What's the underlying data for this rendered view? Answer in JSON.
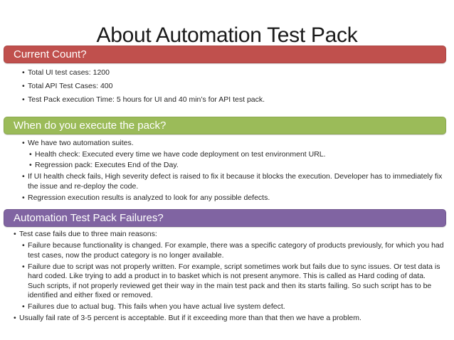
{
  "slide": {
    "title": "About Automation Test Pack",
    "bullet_glyph": "•",
    "text_color": "#262626",
    "sections": [
      {
        "header": "Current Count?",
        "accent": "#C0504D",
        "bullets": [
          {
            "level": 1,
            "text": "Total UI test cases: 1200"
          },
          {
            "level": 1,
            "text": "Total API Test Cases: 400"
          },
          {
            "level": 1,
            "text": "Test Pack execution Time: 5 hours for UI and 40 min’s for API test pack."
          }
        ]
      },
      {
        "header": "When do you execute the pack?",
        "accent": "#9BBB59",
        "bullets": [
          {
            "level": 1,
            "text": "We have two automation suites."
          },
          {
            "level": 2,
            "text": "Health check: Executed every time we have code deployment on test environment URL."
          },
          {
            "level": 2,
            "text": "Regression pack: Executes End of the Day."
          },
          {
            "level": 1,
            "text": "If UI health check fails, High severity defect is raised to fix it because it blocks the execution. Developer has to immediately fix the issue and re-deploy the code."
          },
          {
            "level": 1,
            "text": "Regression execution results is analyzed to look for any possible defects."
          }
        ]
      },
      {
        "header": "Automation Test Pack Failures?",
        "accent": "#8064A2",
        "bullets": [
          {
            "level": 1,
            "text": "Test case fails due to three main reasons:"
          },
          {
            "level": 2,
            "text": "Failure because functionality is changed. For example, there was a specific category of products previously, for which you had test cases, now the product category is no longer available."
          },
          {
            "level": 2,
            "text": "Failure due to script was not properly written. For example, script sometimes work but fails due to sync issues. Or test data is hard coded. Like trying to add a product in to basket which is not present anymore. This is called as Hard coding of data. Such scripts, if not properly reviewed get their way in the main test pack and then its starts failing. So such script has to be identified and either fixed or removed."
          },
          {
            "level": 2,
            "text": "Failures due to actual bug. This fails when you have actual live system defect."
          },
          {
            "level": 1,
            "text": "Usually fail rate of 3-5 percent is acceptable. But if it exceeding more than that then we have a problem."
          }
        ]
      }
    ]
  }
}
